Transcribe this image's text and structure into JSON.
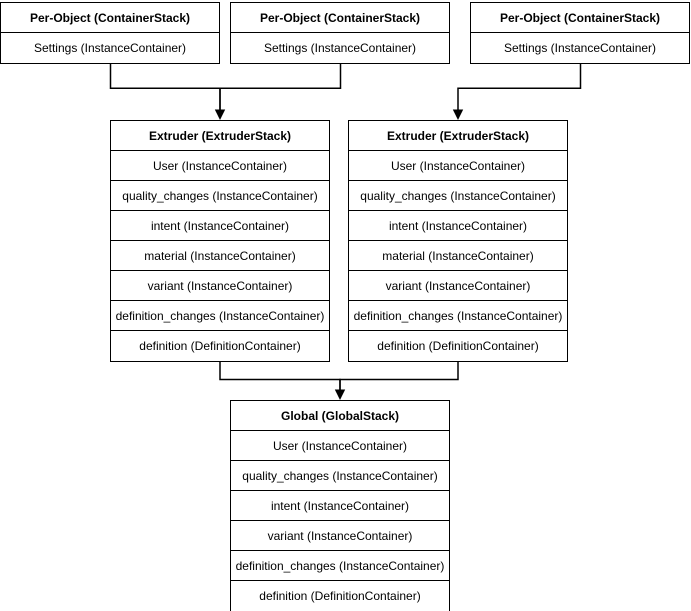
{
  "diagram": {
    "background_color": "#ffffff",
    "stroke_color": "#000000",
    "text_color": "#000000",
    "nodes": [
      {
        "id": "per-object-1",
        "title": "Per-Object (ContainerStack)",
        "rows": [
          "Settings (InstanceContainer)"
        ]
      },
      {
        "id": "per-object-2",
        "title": "Per-Object (ContainerStack)",
        "rows": [
          "Settings (InstanceContainer)"
        ]
      },
      {
        "id": "per-object-3",
        "title": "Per-Object (ContainerStack)",
        "rows": [
          "Settings (InstanceContainer)"
        ]
      },
      {
        "id": "extruder-1",
        "title": "Extruder (ExtruderStack)",
        "rows": [
          "User (InstanceContainer)",
          "quality_changes (InstanceContainer)",
          "intent (InstanceContainer)",
          "material (InstanceContainer)",
          "variant (InstanceContainer)",
          "definition_changes (InstanceContainer)",
          "definition (DefinitionContainer)"
        ]
      },
      {
        "id": "extruder-2",
        "title": "Extruder (ExtruderStack)",
        "rows": [
          "User (InstanceContainer)",
          "quality_changes (InstanceContainer)",
          "intent (InstanceContainer)",
          "material (InstanceContainer)",
          "variant (InstanceContainer)",
          "definition_changes (InstanceContainer)",
          "definition (DefinitionContainer)"
        ]
      },
      {
        "id": "global",
        "title": "Global (GlobalStack)",
        "rows": [
          "User (InstanceContainer)",
          "quality_changes (InstanceContainer)",
          "intent (InstanceContainer)",
          "variant (InstanceContainer)",
          "definition_changes (InstanceContainer)",
          "definition (DefinitionContainer)"
        ]
      }
    ],
    "edges": [
      {
        "from": "per-object-1",
        "to": "extruder-1"
      },
      {
        "from": "per-object-2",
        "to": "extruder-1"
      },
      {
        "from": "per-object-3",
        "to": "extruder-2"
      },
      {
        "from": "extruder-1",
        "to": "global"
      },
      {
        "from": "extruder-2",
        "to": "global"
      }
    ]
  }
}
